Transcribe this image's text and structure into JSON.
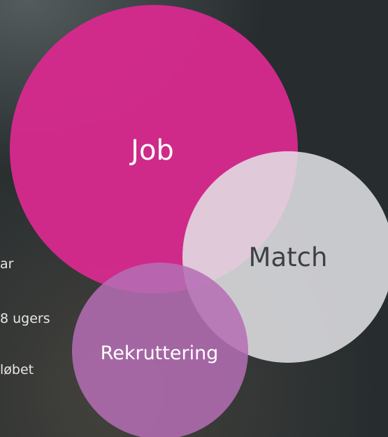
{
  "background_text": {
    "line1": "ar",
    "line2": "8 ugers",
    "line3": "løbet"
  },
  "circles": [
    {
      "key": "job",
      "label": "Job",
      "color": "#d52a8c"
    },
    {
      "key": "match",
      "label": "Match",
      "color": "#e1e1e4"
    },
    {
      "key": "rekruttering",
      "label": "Rekruttering",
      "color": "#b26bb1"
    }
  ]
}
